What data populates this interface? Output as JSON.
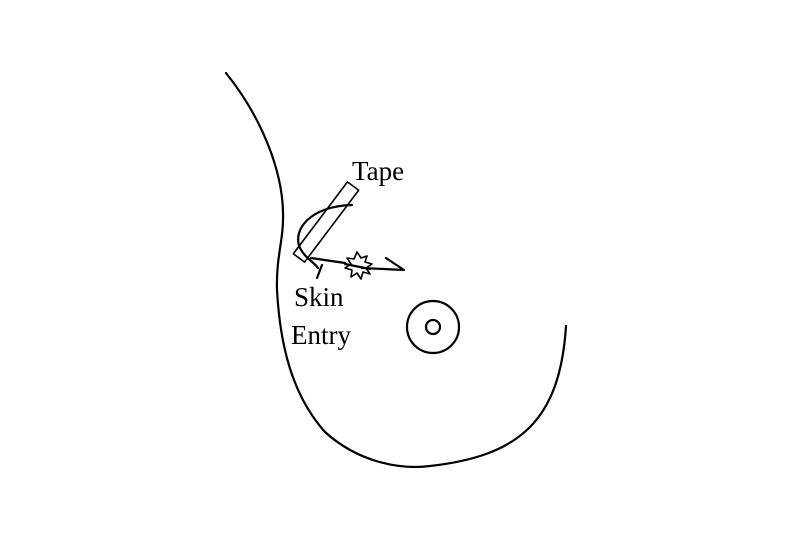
{
  "labels": {
    "tape": "Tape",
    "skin_line1": "Skin",
    "skin_line2": "Entry"
  },
  "colors": {
    "stroke": "#000000",
    "background": "#ffffff"
  }
}
